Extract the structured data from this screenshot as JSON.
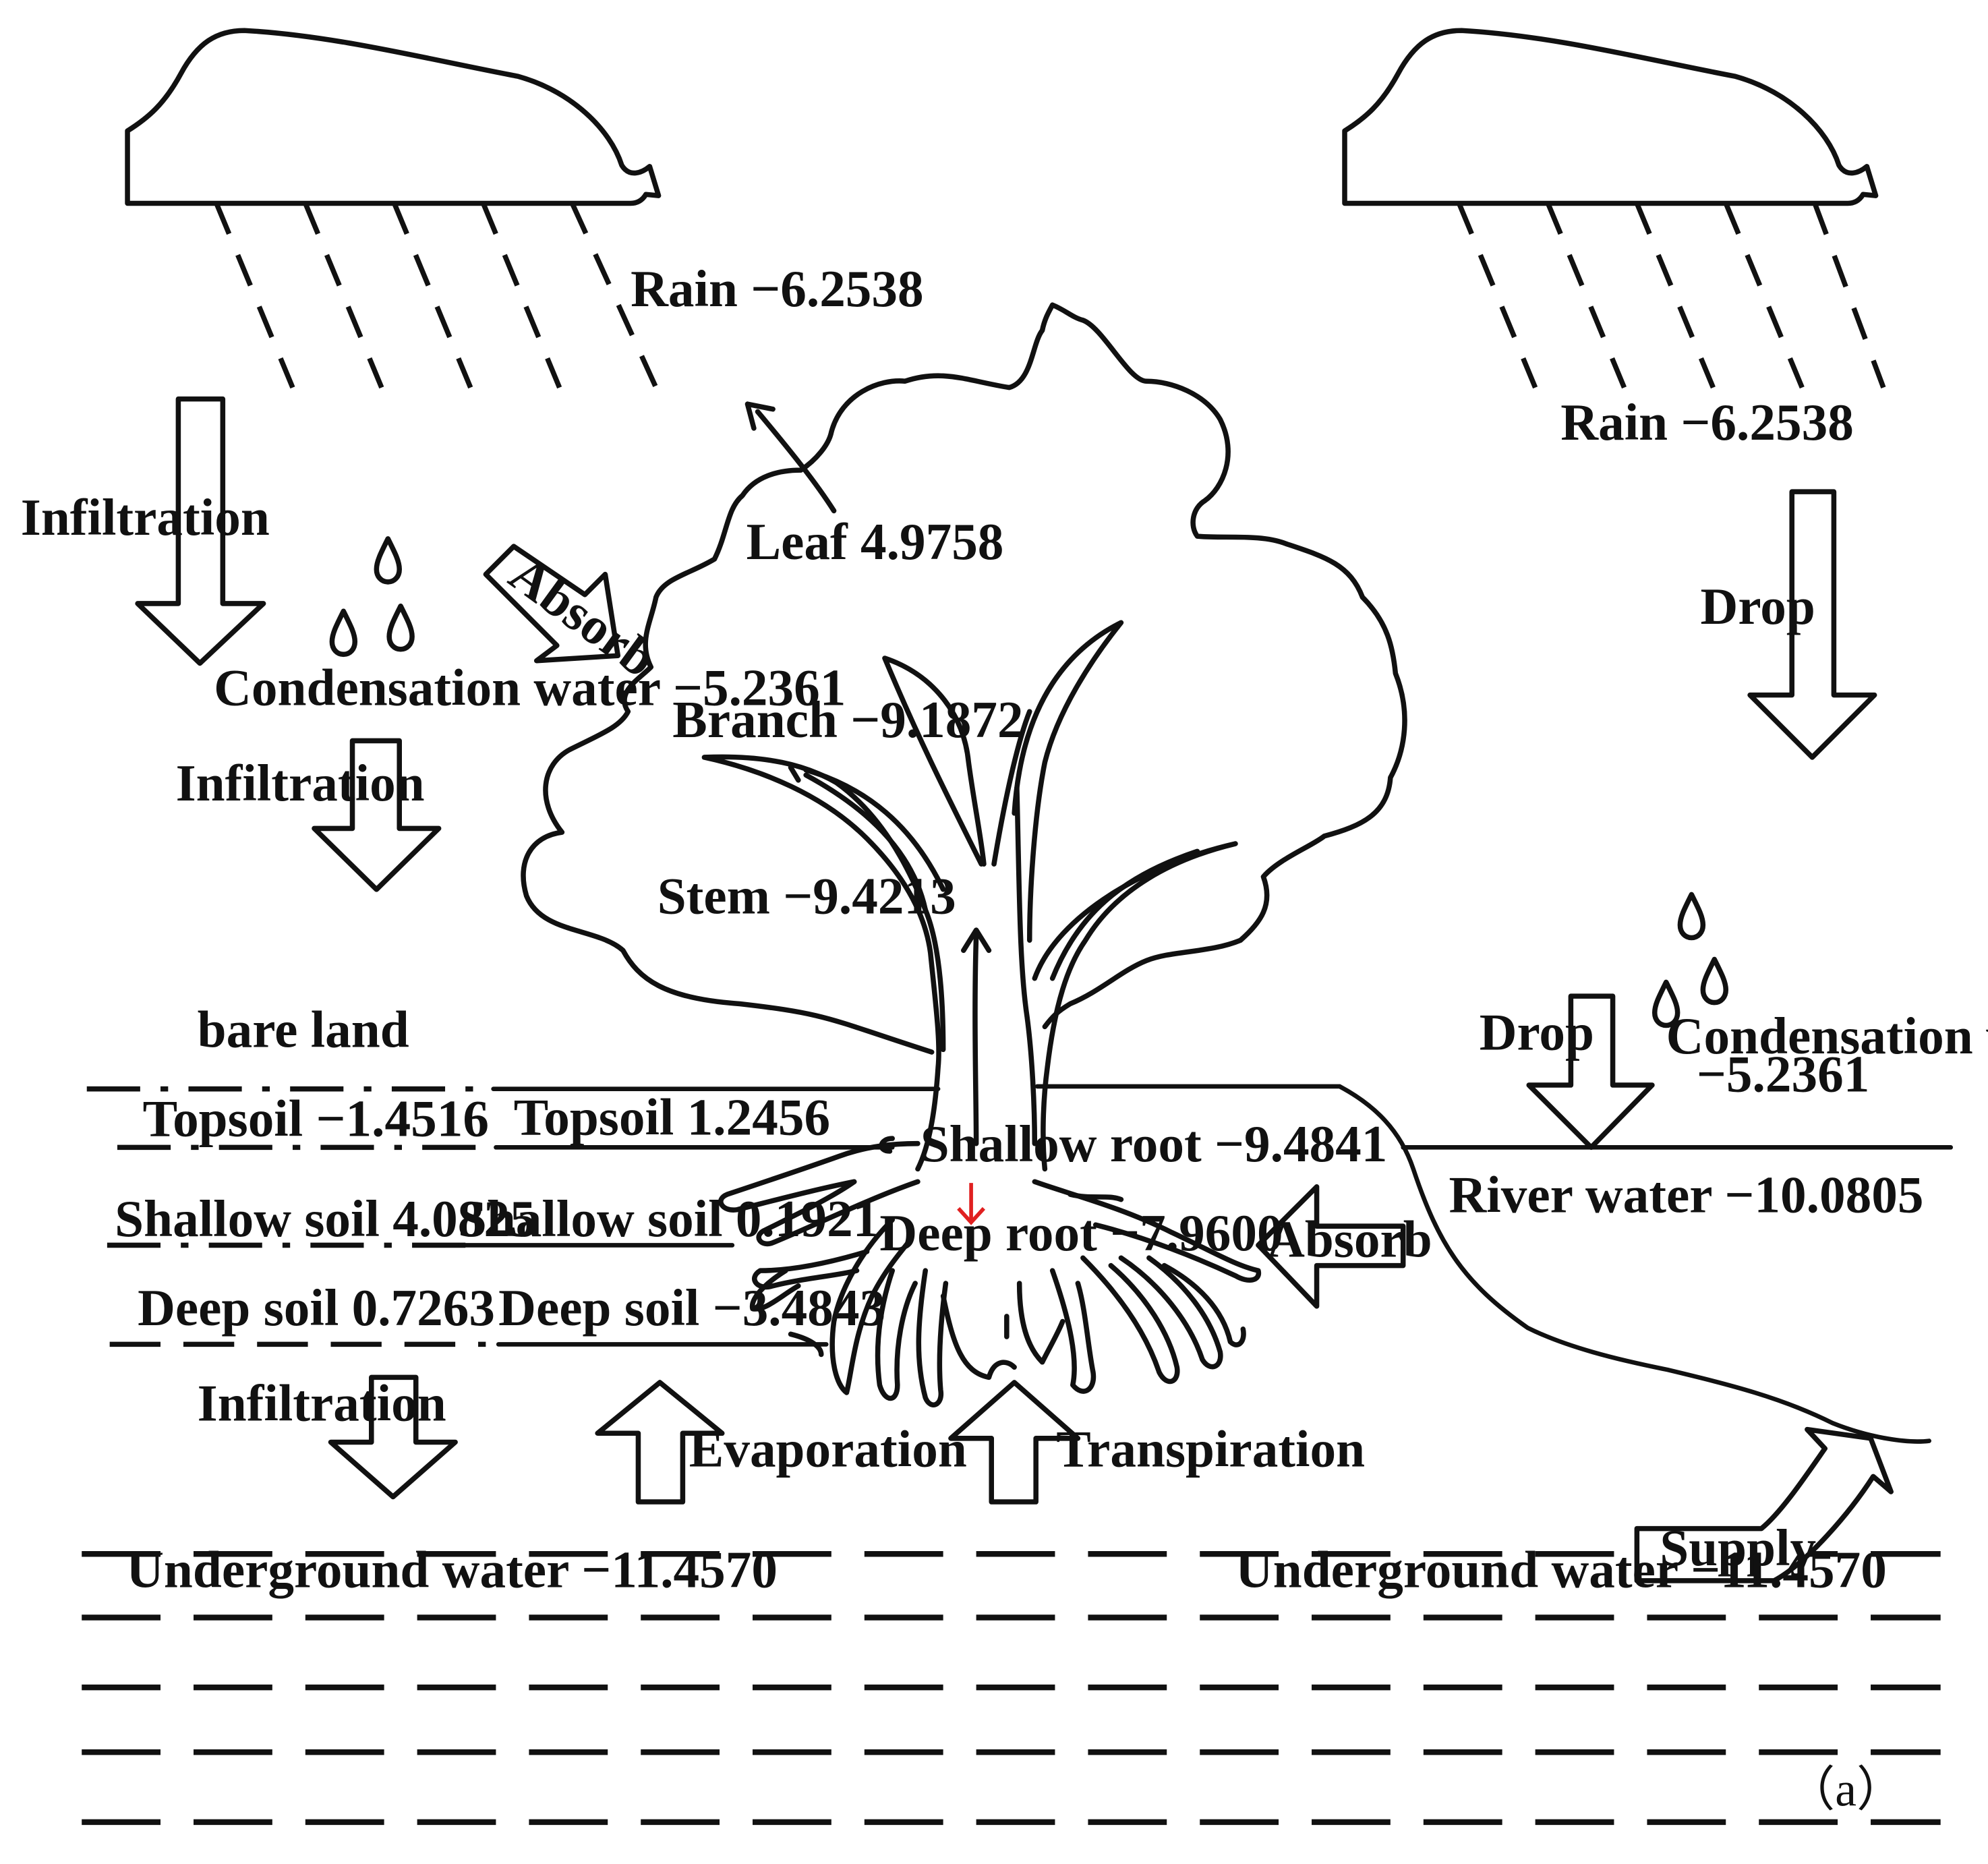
{
  "left": {
    "rain": "Rain  −6.2538",
    "infiltration_top": "Infiltration",
    "absorb": "Absorb",
    "condensation": "Condensation water  −5.2361",
    "infiltration_mid": "Infiltration",
    "bare_land": "bare land",
    "topsoil": "Topsoil −1.4516",
    "shallow_soil": "Shallow soil  4.0825",
    "deep_soil": "Deep soil 0.7263",
    "infiltration_bottom": "Infiltration",
    "underground": "Underground water −11.4570"
  },
  "tree": {
    "leaf": "Leaf 4.9758",
    "branch": "Branch −9.1872",
    "stem": "Stem −9.4213",
    "topsoil": "Topsoil 1.2456",
    "shallow_soil": "Shallow soil 0.1921",
    "deep_soil": "Deep soil −3.4843",
    "shallow_root": "Shallow root −9.4841",
    "deep_root": "Deep root −7.9600",
    "evaporation": "Evaporation",
    "transpiration": "Transpiration",
    "absorb": "Absorb"
  },
  "right": {
    "rain": "Rain  −6.2538",
    "drop_top": "Drop",
    "drop_bottom": "Drop",
    "condensation_label": "Condensation water",
    "condensation_value": "−5.2361",
    "river": "River water −10.0805",
    "supply": "Supply",
    "underground": "Underground water −11.4570"
  },
  "panel_label": "（a）",
  "colors": {
    "ink": "#111111",
    "root_flow_arrow": "#e02020",
    "background": "#ffffff"
  }
}
